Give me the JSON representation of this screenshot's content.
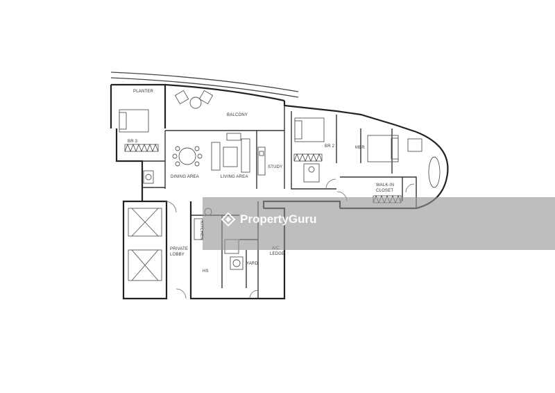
{
  "plan": {
    "rooms": {
      "planter": "PLANTER",
      "balcony": "BALCONY",
      "br3": "BR 3",
      "br2": "BR 2",
      "mbr": "MBR",
      "dining": "DINING AREA",
      "living": "LIVING AREA",
      "study": "STUDY",
      "walkin": "WALK-IN",
      "closet": "CLOSET",
      "kitchen": "KITCHEN",
      "private": "PRIVATE",
      "lobby": "LOBBY",
      "hs": "HS",
      "yard": "YARD",
      "ac": "A/C",
      "ledge": "LEDGE"
    }
  },
  "watermark": {
    "text": "PropertyGuru"
  }
}
